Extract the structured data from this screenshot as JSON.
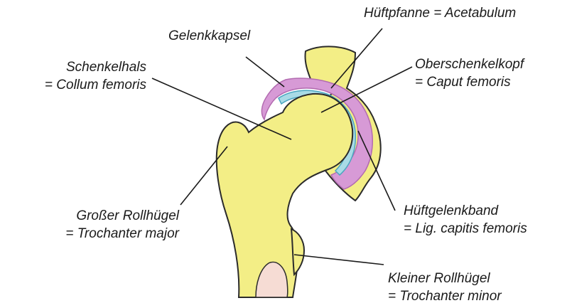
{
  "labels": {
    "acetabulum": {
      "line1": "Hüftpfanne = Acetabulum"
    },
    "capsule": {
      "line1": "Gelenkkapsel"
    },
    "neck": {
      "line1": "Schenkelhals",
      "line2": "= Collum femoris"
    },
    "head": {
      "line1": "Oberschenkelkopf",
      "line2": "= Caput femoris"
    },
    "trochanter_major": {
      "line1": "Großer Rollhügel",
      "line2": "= Trochanter major"
    },
    "ligament": {
      "line1": "Hüftgelenkband",
      "line2": "= Lig. capitis femoris"
    },
    "trochanter_minor": {
      "line1": "Kleiner Rollhügel",
      "line2": "= Trochanter minor"
    }
  },
  "colors": {
    "bone": "#f3ee86",
    "outline": "#2b2b2b",
    "cartilage": "#a9dbe6",
    "capsule": "#d79ad6",
    "marrow": "#f6dcd4"
  }
}
